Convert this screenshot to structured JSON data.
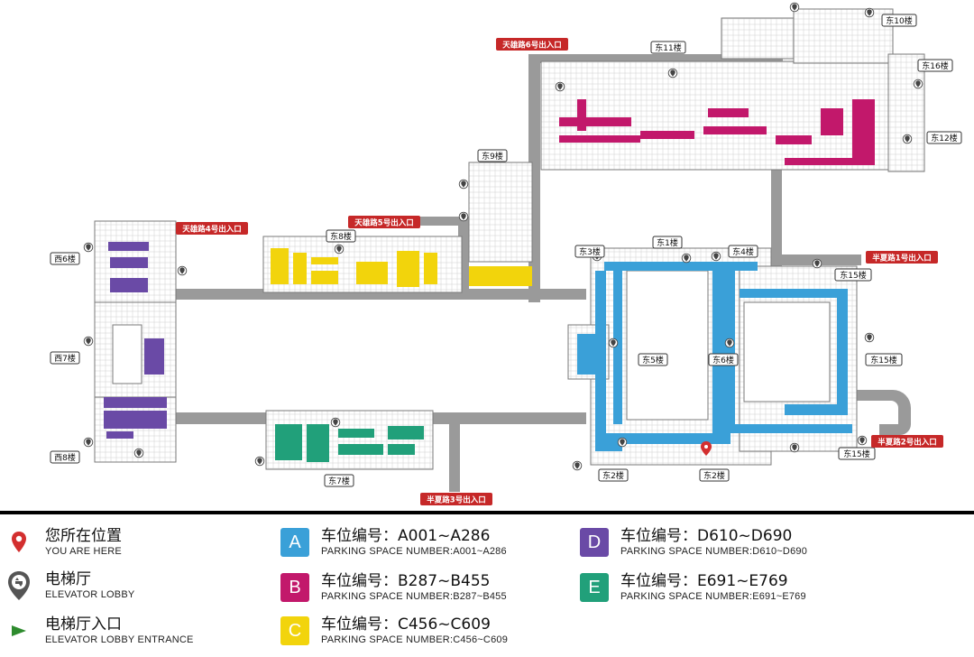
{
  "colors": {
    "zone_a": "#3aa0d8",
    "zone_b": "#c2186b",
    "zone_c": "#f2d40c",
    "zone_d": "#6a4aa6",
    "zone_e": "#21a07a",
    "road": "#9a9a9a",
    "exit_label": "#c62828",
    "you_are_here": "#d32f2f",
    "elevator": "#555555",
    "elevator_entrance": "#2e8b2e"
  },
  "buildings": {
    "east10": "东10楼",
    "east11": "东11楼",
    "east16": "东16楼",
    "east12": "东12楼",
    "east9": "东9楼",
    "east8": "东8楼",
    "west6": "西6楼",
    "east3": "东3楼",
    "east1": "东1楼",
    "east4": "东4楼",
    "east15_a": "东15楼",
    "east5": "东5楼",
    "east6": "东6楼",
    "east15_b": "东15楼",
    "west7": "西7楼",
    "west8": "西8楼",
    "east7": "东7楼",
    "east2_a": "东2楼",
    "east2_b": "东2楼",
    "east15_c": "东15楼"
  },
  "exits": {
    "tianxiong6": "天雄路6号出入口",
    "tianxiong5": "天雄路5号出入口",
    "tianxiong4": "天雄路4号出入口",
    "banxia1": "半夏路1号出入口",
    "banxia2": "半夏路2号出入口",
    "banxia3": "半夏路3号出入口"
  },
  "legend": {
    "you_are_here": {
      "zh": "您所在位置",
      "en": "YOU ARE HERE",
      "icon": "location-pin-icon"
    },
    "elevator_lobby": {
      "zh": "电梯厅",
      "en": "ELEVATOR LOBBY",
      "icon": "elevator-icon"
    },
    "elevator_entrance": {
      "zh": "电梯厅入口",
      "en": "ELEVATOR LOBBY ENTRANCE",
      "icon": "entrance-arrow-icon"
    },
    "zone_a": {
      "letter": "A",
      "zh": "车位编号：A001~A286",
      "en": "PARKING SPACE NUMBER:A001~A286"
    },
    "zone_b": {
      "letter": "B",
      "zh": "车位编号：B287~B455",
      "en": "PARKING SPACE NUMBER:B287~B455"
    },
    "zone_c": {
      "letter": "C",
      "zh": "车位编号：C456~C609",
      "en": "PARKING SPACE NUMBER:C456~C609"
    },
    "zone_d": {
      "letter": "D",
      "zh": "车位编号：D610~D690",
      "en": "PARKING SPACE NUMBER:D610~D690"
    },
    "zone_e": {
      "letter": "E",
      "zh": "车位编号：E691~E769",
      "en": "PARKING SPACE NUMBER:E691~E769"
    }
  }
}
